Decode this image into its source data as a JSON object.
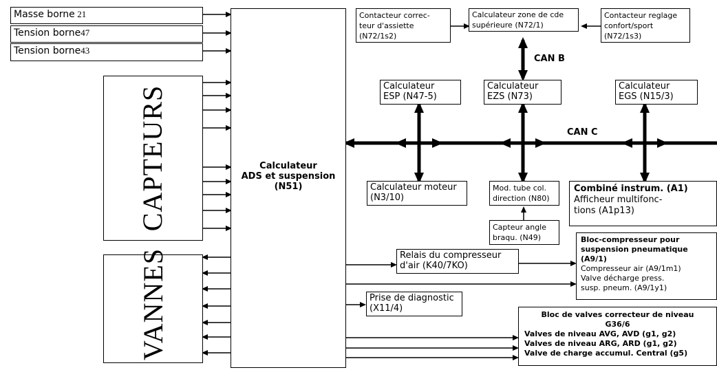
{
  "inputs": {
    "masse_label": "Masse borne",
    "masse_num": "21",
    "tension1_label": "Tension borne",
    "tension1_num": "47",
    "tension2_label": "Tension borne",
    "tension2_num": "43"
  },
  "capteurs": "CAPTEURS",
  "vannes": "VANNES",
  "main_ecu": {
    "line1": "Calculateur",
    "line2": "ADS et suspension",
    "line3": "(N51)"
  },
  "top_row": {
    "contacteur_assiette": "Contacteur correc-\nteur d'assiette\n(N72/1s2)",
    "calc_zone": "Calculateur zone de cde\nsupérieure (N72/1)",
    "contacteur_reglage": "Contacteur reglage\nconfort/sport\n(N72/1s3)"
  },
  "bus_labels": {
    "can_b": "CAN B",
    "can_c": "CAN C"
  },
  "ecus": {
    "esp": "Calculateur\nESP (N47-5)",
    "ezs": "Calculateur\nEZS (N73)",
    "egs": "Calculateur\nEGS (N15/3)",
    "moteur": "Calculateur moteur\n(N3/10)",
    "tube_col": "Mod. tube col.\ndirection (N80)",
    "capteur_angle": "Capteur angle\nbraqu. (N49)",
    "combine_bold": "Combiné instrum. (A1)",
    "combine_rest": "Afficheur multifonc-\ntions (A1p13)"
  },
  "relais": "Relais du compresseur\nd'air (K40/7KO)",
  "diag": "Prise de diagnostic\n(X11/4)",
  "bloc_compresseur": {
    "title": "Bloc-compresseur pour\nsuspension pneumatique\n(A9/1)",
    "rest": "Compresseur air (A9/1m1)\nValve décharge press.\nsusp. pneum. (A9/1y1)"
  },
  "bloc_valves": {
    "line1": "Bloc de valves correcteur de niveau",
    "line2": "G36/6",
    "line3": "Valves de niveau AVG, AVD (g1, g2)",
    "line4": "Valves de niveau ARG, ARD (g1, g2)",
    "line5": "Valve de charge accumul. Central (g5)"
  }
}
